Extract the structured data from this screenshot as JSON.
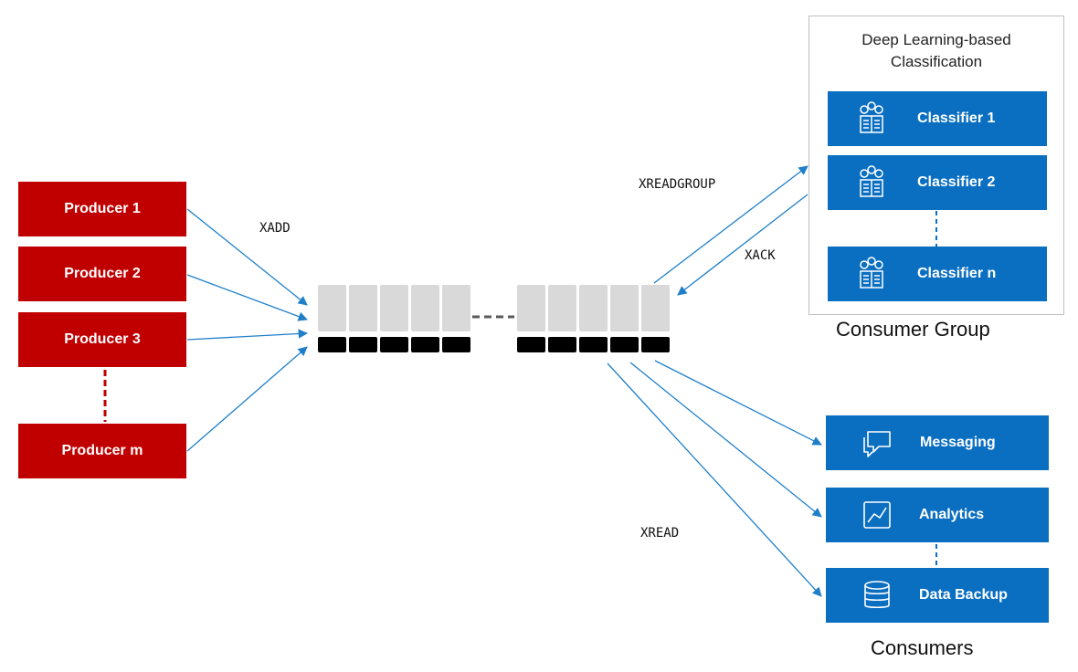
{
  "producers": [
    {
      "label": "Producer 1"
    },
    {
      "label": "Producer 2"
    },
    {
      "label": "Producer 3"
    },
    {
      "label": "Producer m"
    }
  ],
  "commands": {
    "xadd": "XADD",
    "xreadgroup": "XREADGROUP",
    "xack": "XACK",
    "xread": "XREAD"
  },
  "consumer_group": {
    "title": "Deep Learning-based Classification",
    "title_line1": "Deep Learning-based",
    "title_line2": "Classification",
    "caption": "Consumer Group",
    "classifiers": [
      {
        "label": "Classifier 1",
        "icon": "classifier-icon"
      },
      {
        "label": "Classifier 2",
        "icon": "classifier-icon"
      },
      {
        "label": "Classifier n",
        "icon": "classifier-icon"
      }
    ]
  },
  "consumers": {
    "caption": "Consumers",
    "items": [
      {
        "label": "Messaging",
        "icon": "chat-icon"
      },
      {
        "label": "Analytics",
        "icon": "chart-icon"
      },
      {
        "label": "Data Backup",
        "icon": "database-icon"
      }
    ]
  },
  "colors": {
    "producer": "#c00000",
    "consumer": "#0b6fc1",
    "arrow": "#1f7fc9",
    "stream_cell": "#d9d9d9",
    "stream_id": "#000000"
  }
}
